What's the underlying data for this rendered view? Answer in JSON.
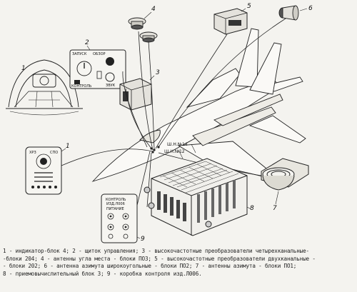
{
  "callouts": {
    "n1": "1",
    "n2": "2",
    "n3": "3",
    "n4": "4",
    "n5": "5",
    "n6": "6",
    "n7": "7",
    "n8": "8",
    "n9": "9"
  },
  "labels": {
    "sh1": "Ш.Н.№14",
    "sh2": "Ш.Н.№12",
    "panel9_title_1": "КОНТРОЛЬ",
    "panel9_title_2": "ИЗД.Л006",
    "panel9_title_3": "ПИТАНИЕ",
    "panel2_a": "ЗАПУСК",
    "panel2_b": "ОБЗОР",
    "panel2_c": "КОНТРОЛЬ",
    "panel2_d": "ЗВУК"
  },
  "caption": {
    "line1": "1 - индикатор-блок 4; 2 - щиток управления; 3 - высокочастотные преобразователи четырехканальные-",
    "line2": "-блоки 204; 4 - антенны угла места - блоки ПОЗ; 5 - высокочастотные преобразователи двухканальные -",
    "line3": "- блоки 202; 6 - антенна азимута широкоугольные - блоки ПО2; 7 - антенны азимута - блоки ПО1;",
    "line4": "8 - приемовычислительный блок 3; 9 - коробка контроля изд.Л006."
  }
}
